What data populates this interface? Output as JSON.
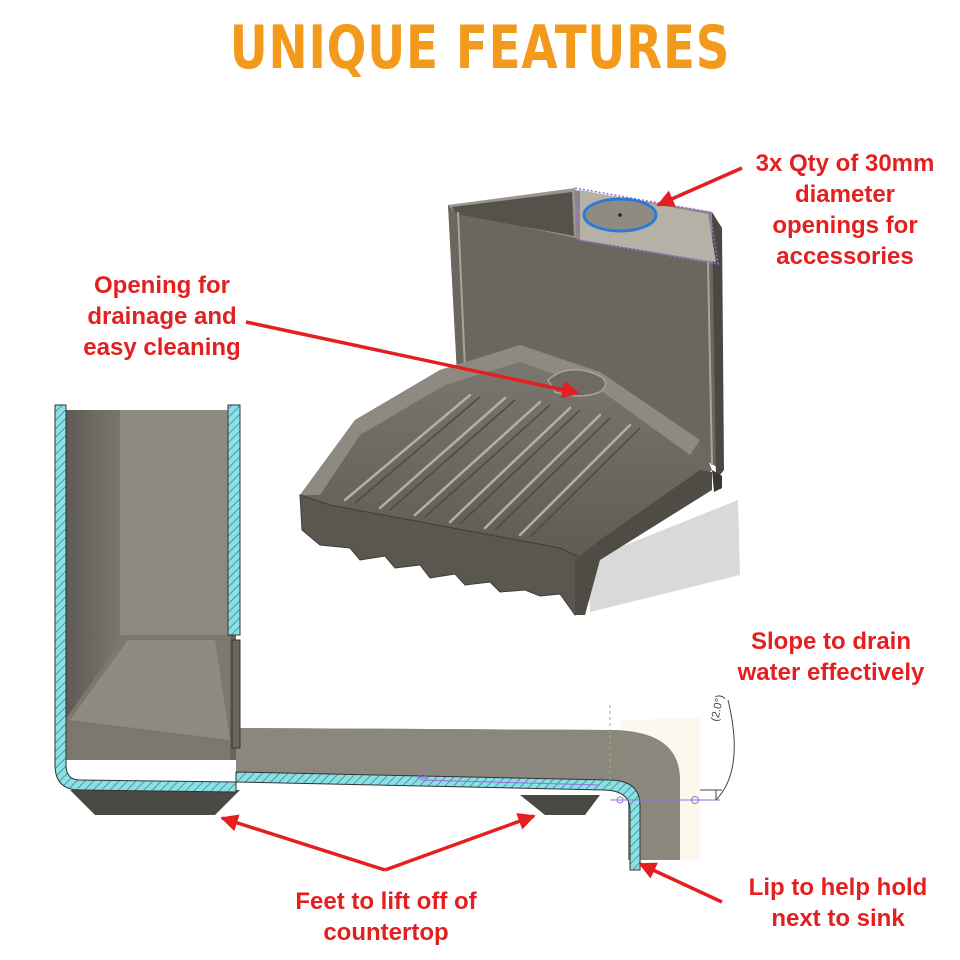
{
  "title": "UNIQUE FEATURES",
  "colors": {
    "title": "#f39a1c",
    "callout_text": "#e41f1f",
    "arrow": "#e41f1f",
    "model_gray": "#6e6b62",
    "section_cyan": "#7fd6dc",
    "opening_ring": "#2b7bd6",
    "sketch_purple": "#9a6ee0"
  },
  "callouts": {
    "openings": [
      "3x Qty of 30mm",
      "diameter",
      "openings for",
      "accessories"
    ],
    "drainage": [
      "Opening for",
      "drainage and",
      "easy cleaning"
    ],
    "slope": [
      "Slope to drain",
      "water effectively"
    ],
    "feet": [
      "Feet to lift off of",
      "countertop"
    ],
    "lip": [
      "Lip to help hold",
      "next to sink"
    ]
  },
  "dimension": {
    "angle_label": "(2.0°)"
  }
}
